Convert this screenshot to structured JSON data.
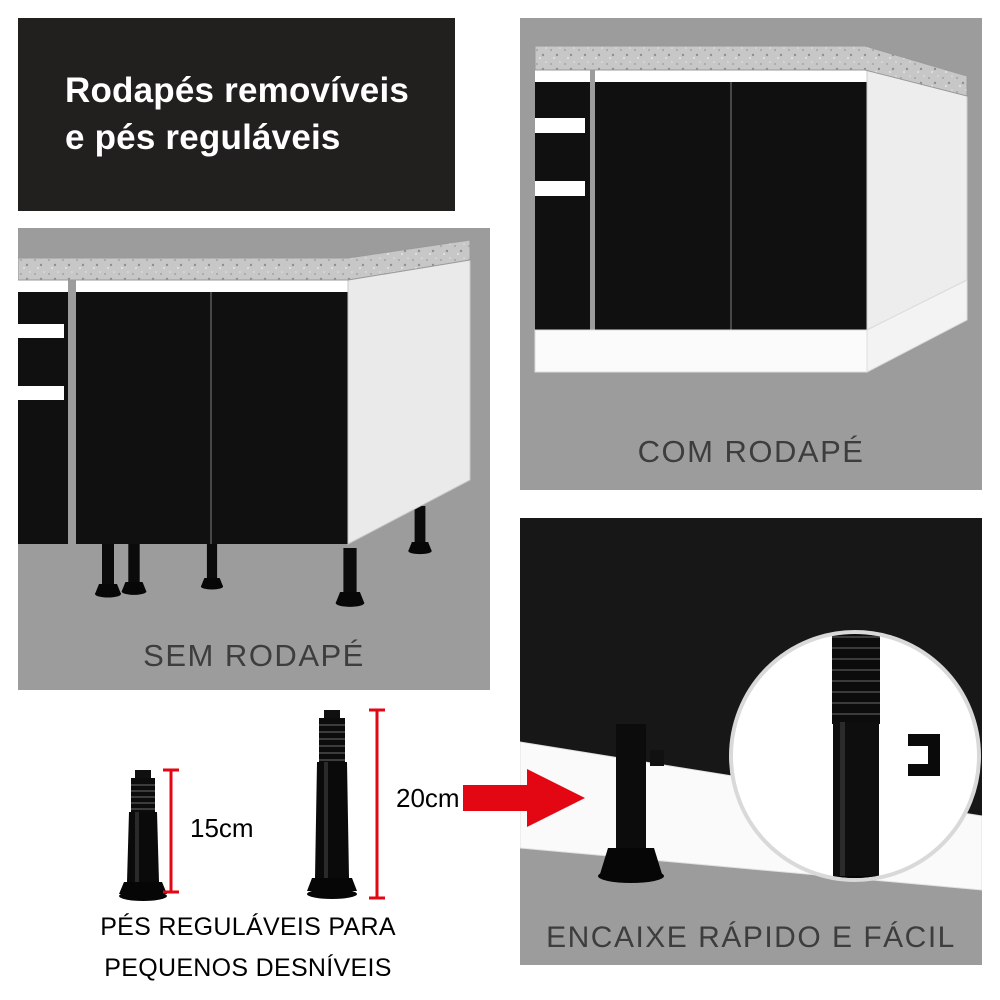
{
  "banner": {
    "line1": "Rodapés removíveis",
    "line2": "e pés reguláveis"
  },
  "panels": {
    "sem_rodape": {
      "caption": "SEM RODAPÉ"
    },
    "com_rodape": {
      "caption": "COM RODAPÉ"
    },
    "encaixe": {
      "caption": "ENCAIXE RÁPIDO E FÁCIL"
    }
  },
  "feet_info": {
    "short_foot_label": "15cm",
    "tall_foot_label": "20cm",
    "caption_line1": "PÉS REGULÁVEIS PARA",
    "caption_line2": "PEQUENOS DESNÍVEIS"
  },
  "icons": {
    "arrow_right": "red-arrow-right-icon",
    "magnifier": "zoom-circle-inset"
  },
  "colors": {
    "banner_dark": "#21201e",
    "panel_gray": "#9c9c9c",
    "cabinet_black": "#101010",
    "counter_gray": "#c7c7c7",
    "baseboard_white": "#fbfbfb",
    "accent_red": "#e30613",
    "caption_text": "#3d3d3d"
  }
}
